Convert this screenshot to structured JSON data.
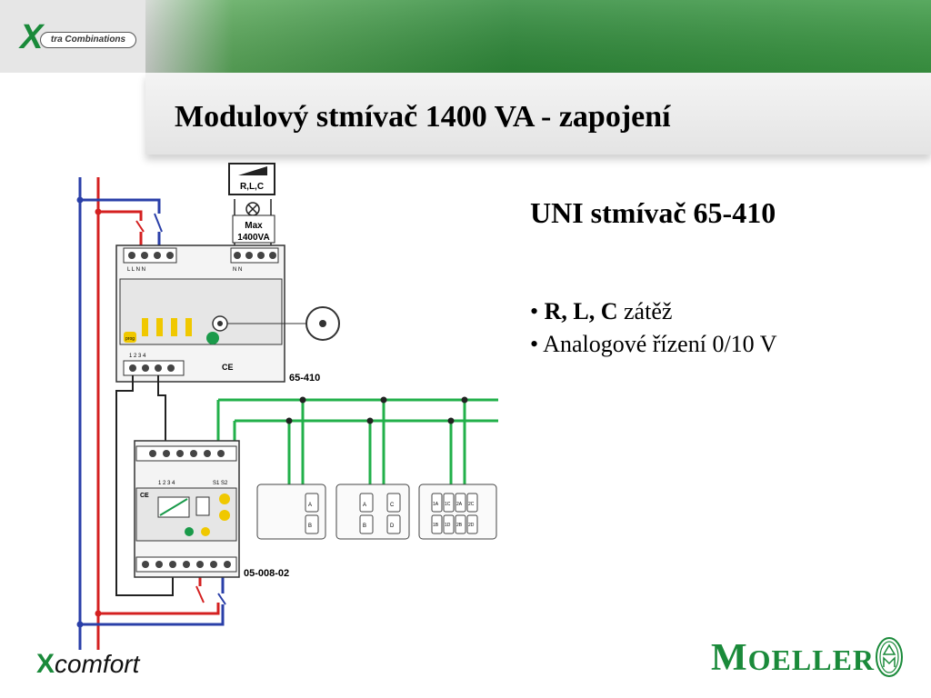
{
  "header": {
    "brand_x": "X",
    "brand_pill": "tra Combinations",
    "title": "Modulový stmívač 1400 VA - zapojení"
  },
  "content": {
    "subtitle": "UNI stmívač 65-410",
    "bullet1_bold": "R, L, C",
    "bullet1_rest": " zátěž",
    "bullet2": "Analogové řízení 0/10 V"
  },
  "diagram": {
    "load_symbol": "R,L,C",
    "max_label": "Max",
    "max_value": "1400VA",
    "dimmer_label": "65-410",
    "controller_label": "05-008-02",
    "terminals_top_left": "L  L  N  N",
    "terminals_top_right": "N  N  ",
    "terminals_bottom": "1  2  3  4",
    "controller_terminals": "1  2  3  4",
    "controller_s": "S1  S2",
    "ce_mark": "CE",
    "module_a_1": "A",
    "module_a_2": "B",
    "module_b_1": "A",
    "module_b_2": "B",
    "module_b_3": "C",
    "module_b_4": "D",
    "module_c_1": "1A",
    "module_c_2": "1C",
    "module_c_3": "2A",
    "module_c_4": "2C",
    "module_c_5": "1B",
    "module_c_6": "1D",
    "module_c_7": "2B",
    "module_c_8": "2D",
    "prog_label": "prog"
  },
  "footer": {
    "xcomfort_x": "X",
    "xcomfort_rest": "comfort",
    "moeller_m": "M",
    "moeller_rest": "OELLER"
  },
  "colors": {
    "green": "#1a8a3a",
    "wire_red": "#d42020",
    "wire_blue": "#2a3fa8",
    "wire_green": "#22b04a",
    "yellow": "#f0c800"
  }
}
